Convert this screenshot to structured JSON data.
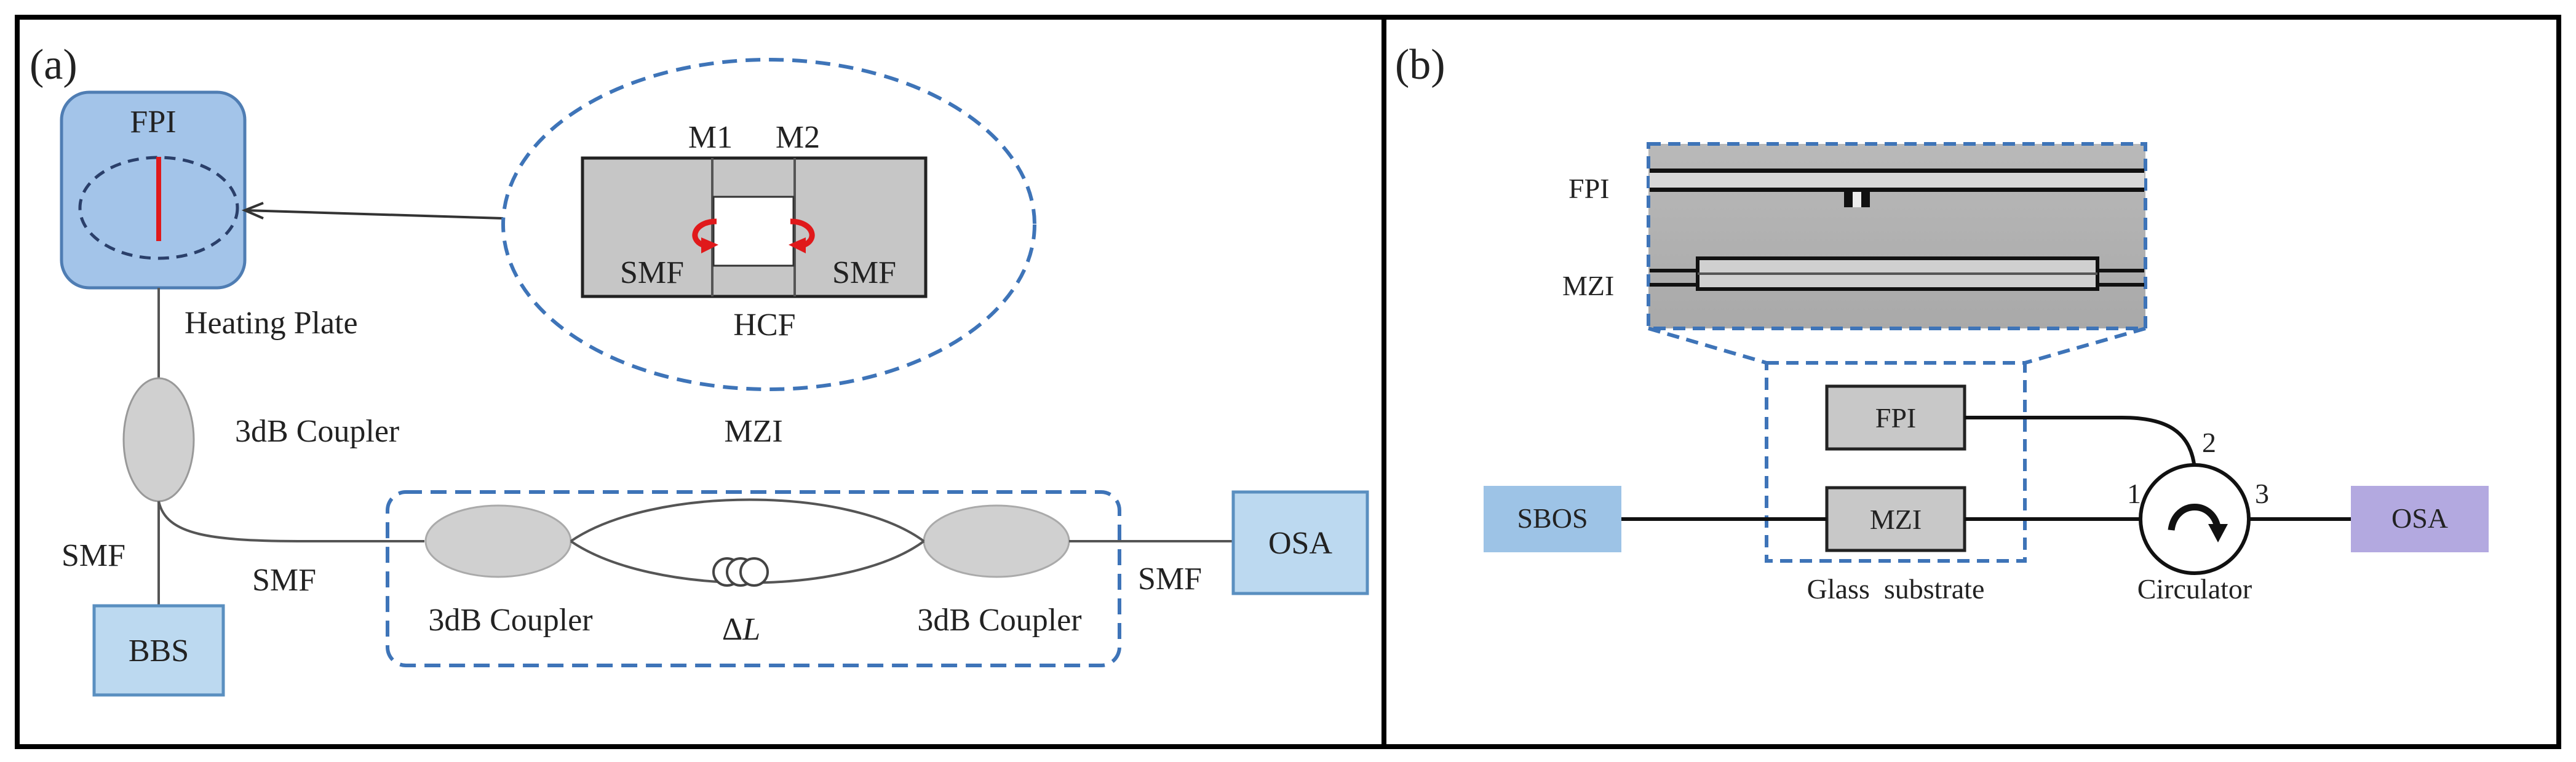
{
  "panel_a": {
    "tag": "(a)",
    "fpi_box": "FPI",
    "heating_plate": "Heating Plate",
    "coupler_top": "3dB Coupler",
    "smf_left": "SMF",
    "smf_mid": "SMF",
    "bbs": "BBS",
    "mzi": "MZI",
    "coupler_left": "3dB Coupler",
    "delta_l_prefix": "Δ",
    "delta_l_var": "L",
    "coupler_right": "3dB Coupler",
    "smf_right": "SMF",
    "osa": "OSA",
    "inset": {
      "m1": "M1",
      "m2": "M2",
      "smf_left": "SMF",
      "smf_right": "SMF",
      "hcf": "HCF"
    }
  },
  "panel_b": {
    "tag": "(b)",
    "fpi_row": "FPI",
    "mzi_row": "MZI",
    "fpi_chip": "FPI",
    "mzi_chip": "MZI",
    "sbos": "SBOS",
    "osa": "OSA",
    "port1": "1",
    "port2": "2",
    "port3": "3",
    "glass_substrate": "Glass  substrate",
    "circulator": "Circulator"
  },
  "colors": {
    "frame": "#000000",
    "fpi_box_fill": "#a3c4e9",
    "fpi_box_stroke": "#4f7db3",
    "dash_blue": "#3e74b8",
    "osa_fill": "#bcd9f0",
    "osa_stroke": "#5a8fc0",
    "bbs_fill": "#bcd9f0",
    "coupler_fill": "#d0d0d0",
    "hcf_grey": "#c6c6c6",
    "red": "#e0191b",
    "sbos_fill": "#9dc3e6",
    "osa_b_fill": "#b3a9e0",
    "chip_fill": "#c8c8c8"
  }
}
